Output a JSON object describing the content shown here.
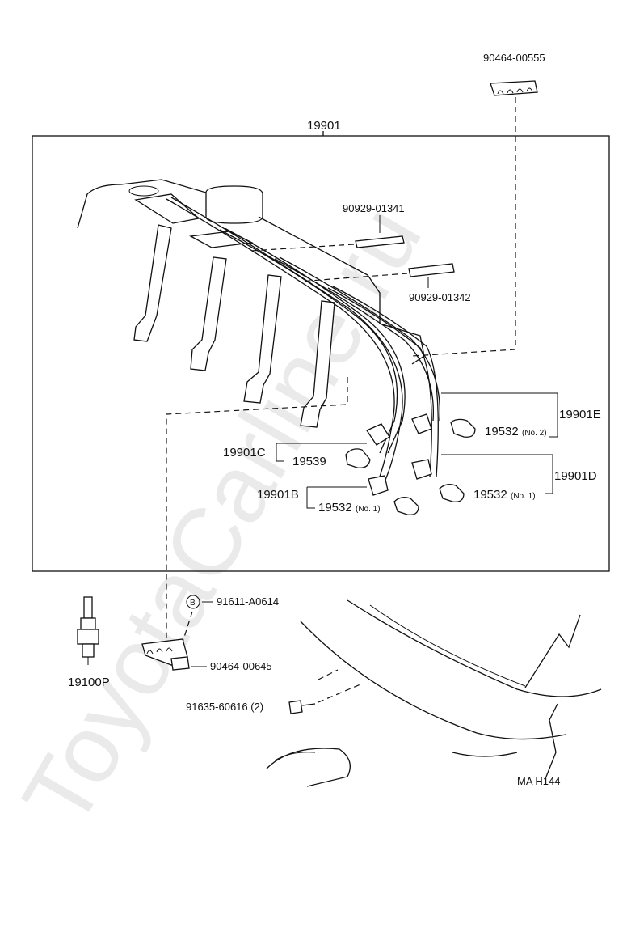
{
  "watermark": "ToyotaCarline.ru",
  "drawing_code": "MA H144",
  "parts": {
    "p90464_00555": "90464-00555",
    "p19901": "19901",
    "p90929_01341": "90929-01341",
    "p90929_01342": "90929-01342",
    "p19901E": "19901E",
    "p19532_no2": "19532",
    "no2": "(No. 2)",
    "p19901C": "19901C",
    "p19539": "19539",
    "p19901D": "19901D",
    "p19532_no1_right": "19532",
    "no1_right": "(No. 1)",
    "p19901B": "19901B",
    "p19532_no1_left": "19532",
    "no1_left": "(No. 1)",
    "circle_b": "B",
    "p91611_A0614": "91611-A0614",
    "p90464_00645": "90464-00645",
    "p91635_60616": "91635-60616 (2)",
    "p19100P": "19100P"
  }
}
